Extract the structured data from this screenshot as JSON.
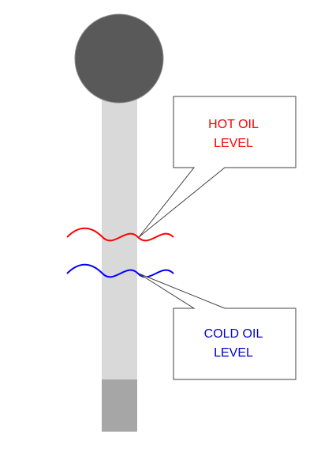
{
  "callouts": {
    "hot": {
      "line1": "HOT OIL",
      "line2": "LEVEL"
    },
    "cold": {
      "line1": "COLD OIL",
      "line2": "LEVEL"
    }
  },
  "colors": {
    "bulb": "#595959",
    "bulb_border": "#888888",
    "tube": "#d9d9d9",
    "tube_base": "#a6a6a6",
    "hot_wave": "#ff0000",
    "cold_wave": "#0000ff",
    "callout_border": "#404040",
    "hot_text": "#ff0000",
    "cold_text": "#0000cc"
  },
  "icons": {
    "bulb": "circle",
    "wave": "sine-wave"
  }
}
